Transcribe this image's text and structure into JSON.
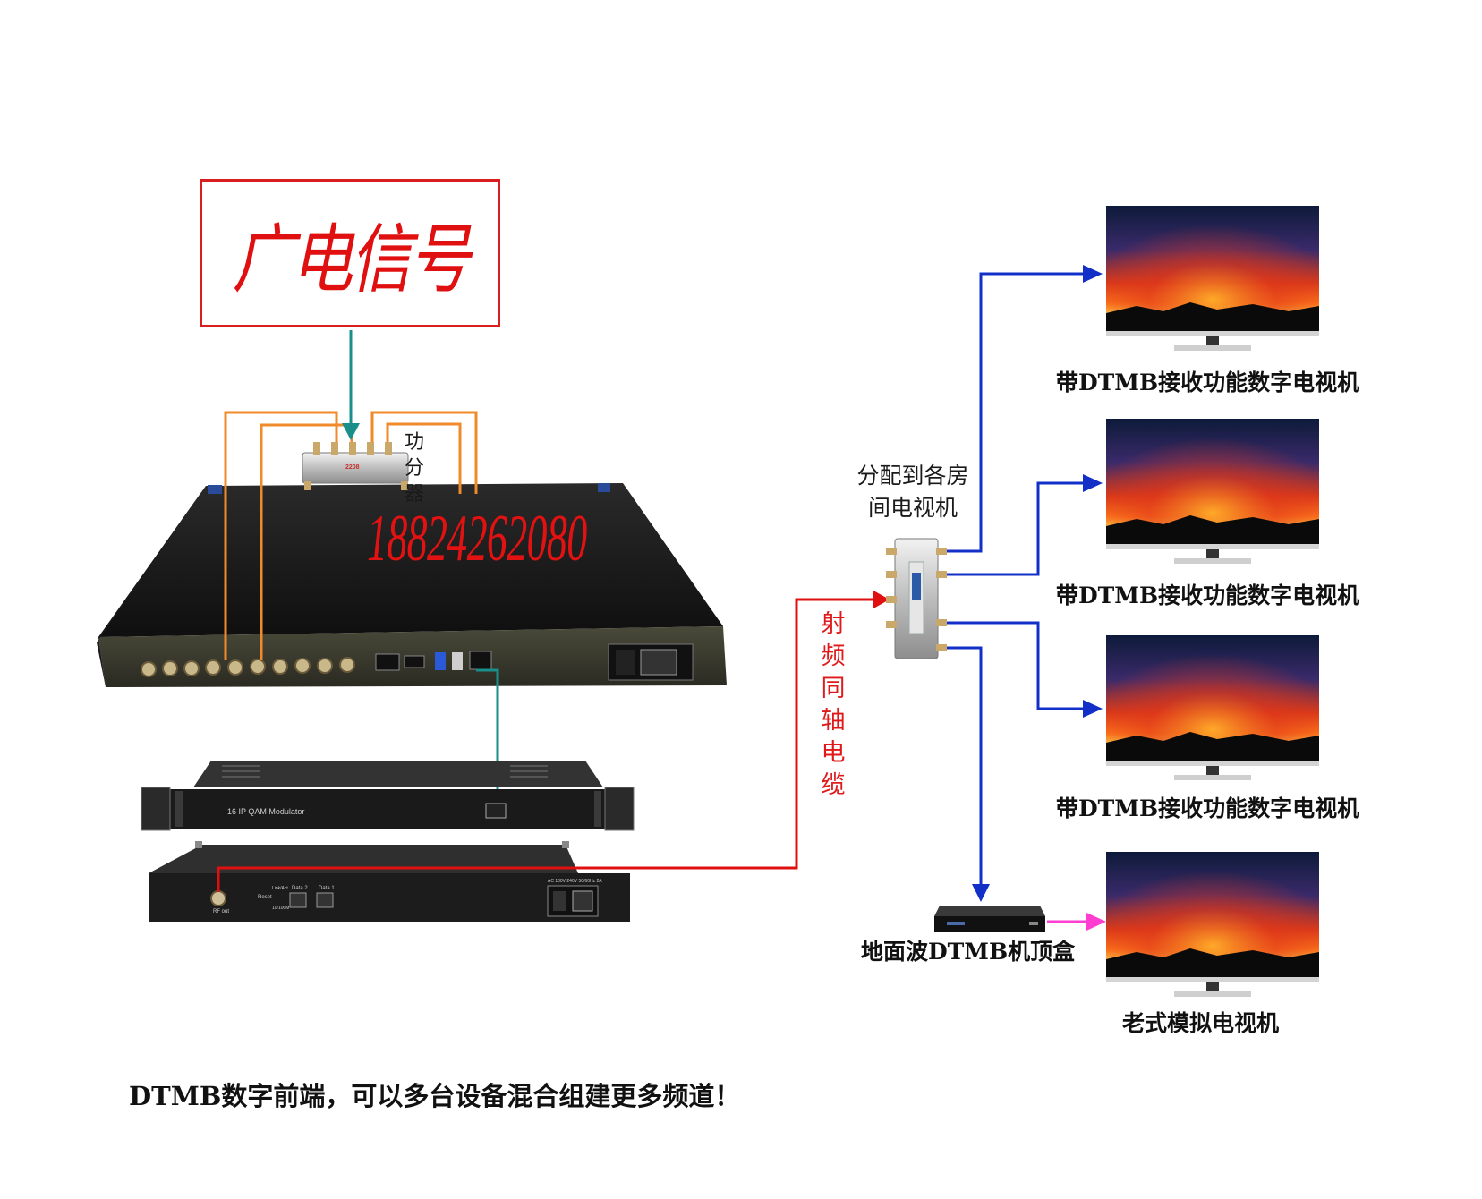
{
  "signal_source": {
    "title": "广电信号"
  },
  "splitter": {
    "label": "功分器",
    "brand_text": "2208"
  },
  "encoder_device": {
    "phone_watermark": "18824262080"
  },
  "modulator": {
    "model_text": "16 IP QAM Modulator"
  },
  "rf_device": {
    "port_labels": [
      "RF out",
      "Reset",
      "Link/Act",
      "10/100M",
      "Data 2",
      "Data 1"
    ],
    "power_text": "AC 100V-240V 50/60Hz 2A"
  },
  "cable_label": "射频同轴电缆",
  "distributor_label": [
    "分配到各房",
    "间电视机"
  ],
  "tv_receivers": [
    {
      "caption": "带DTMB接收功能数字电视机"
    },
    {
      "caption": "带DTMB接收功能数字电视机"
    },
    {
      "caption": "带DTMB接收功能数字电视机"
    },
    {
      "caption": "老式模拟电视机"
    }
  ],
  "set_top_box": {
    "caption": "地面波DTMB机顶盒"
  },
  "footer_text": "DTMB数字前端，可以多台设备混合组建更多频道！",
  "colors": {
    "signal_red": "#d81e1e",
    "orange_cable": "#f08a2a",
    "teal_cable": "#1a8f8a",
    "rf_red": "#e01010",
    "distribution_blue": "#1230c8",
    "magenta_link": "#ff3dd0"
  }
}
